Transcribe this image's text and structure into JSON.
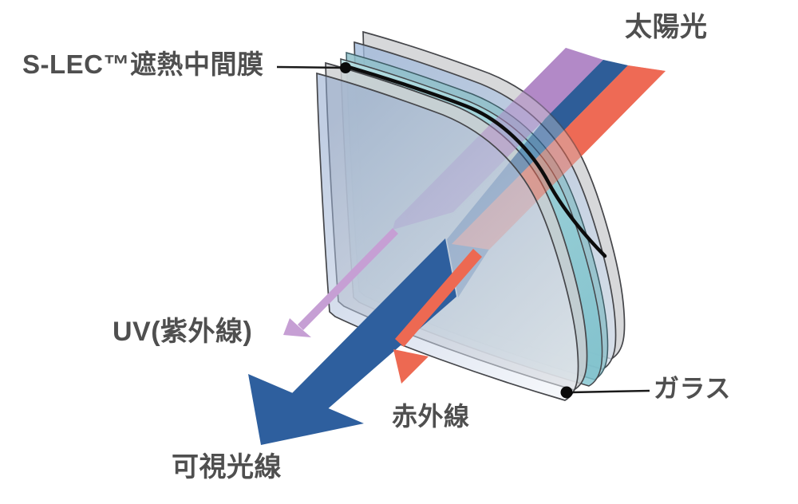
{
  "labels": {
    "interlayer": "S-LEC™遮熱中間膜",
    "sunlight": "太陽光",
    "uv": "UV(紫外線)",
    "visible": "可視光線",
    "infrared": "赤外線",
    "glass": "ガラス"
  },
  "colors": {
    "uv_beam": "#b289c7",
    "visible_beam": "#2e5d98",
    "infrared_beam": "#ee6a55",
    "uv_arrow": "#c69fd4",
    "visible_arrow": "#2e5f9e",
    "infrared_arrow": "#ed6952",
    "film_teal": "#8fc9d2",
    "glass_edge": "#cdced1",
    "label_text": "#4f4f4f",
    "annotation": "#0c0c0c"
  },
  "diagram": {
    "type": "laminated-glass-light-transmission",
    "layers": [
      "ガラス",
      "S-LEC™遮熱中間膜",
      "ガラス"
    ],
    "beams": [
      {
        "name": "UV(紫外線)",
        "result": "mostly blocked (thin exit arrow)"
      },
      {
        "name": "可視光線",
        "result": "transmitted (thick exit arrow)"
      },
      {
        "name": "赤外線",
        "result": "mostly blocked (thin exit arrow)"
      }
    ],
    "light_source": "太陽光"
  }
}
